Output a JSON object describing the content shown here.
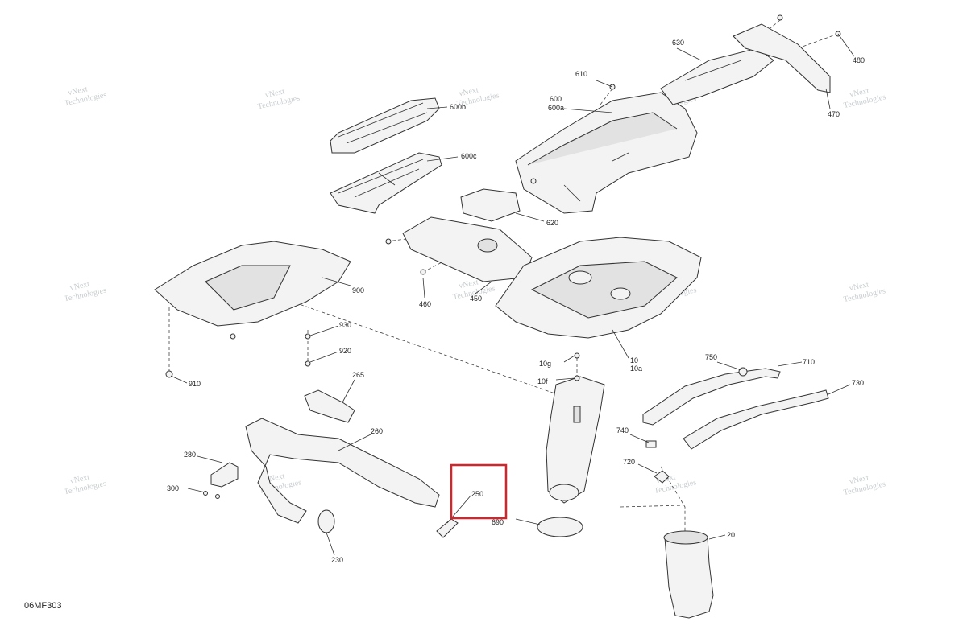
{
  "diagram_code": "06MF303",
  "watermark_text": [
    "vNext",
    "Technologies"
  ],
  "highlight_color": "#d8232a",
  "callouts": {
    "c10": "10",
    "c10a": "10a",
    "c10f": "10f",
    "c10g": "10g",
    "c20": "20",
    "c230": "230",
    "c250": "250",
    "c260": "260",
    "c265": "265",
    "c280": "280",
    "c300": "300",
    "c450": "450",
    "c460": "460",
    "c470": "470",
    "c480": "480",
    "c600": "600",
    "c600a": "600a",
    "c600b": "600b",
    "c600c": "600c",
    "c610": "610",
    "c620": "620",
    "c630": "630",
    "c690": "690",
    "c710": "710",
    "c720": "720",
    "c730": "730",
    "c740": "740",
    "c750": "750",
    "c900": "900",
    "c910": "910",
    "c920": "920",
    "c930": "930"
  }
}
